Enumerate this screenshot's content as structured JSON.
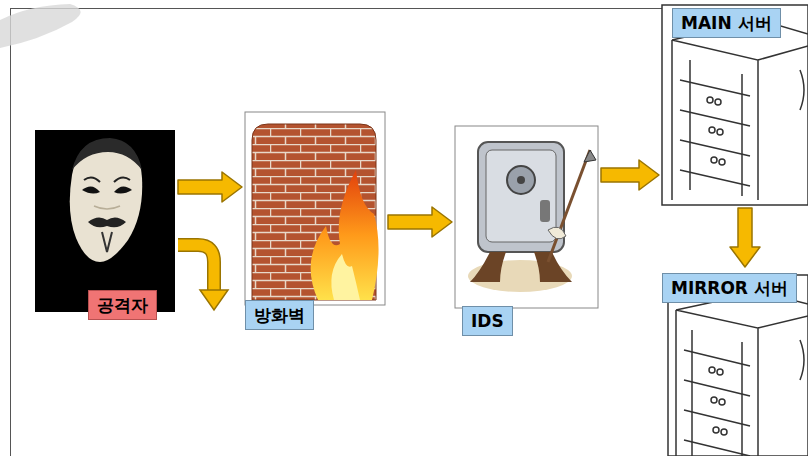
{
  "diagram": {
    "nodes": [
      {
        "text": [
          "공격자"
        ]
      },
      {
        "text": [
          "방화벽"
        ]
      },
      {
        "text": [
          "IDS"
        ]
      },
      {
        "text": [
          "MAIN 서버"
        ]
      },
      {
        "text": [
          "MIRROR 서버"
        ]
      }
    ],
    "edges": [
      {
        "from": 0,
        "to": 1,
        "arrow": "to"
      },
      {
        "from": 1,
        "to": 2,
        "arrow": "to"
      },
      {
        "from": 2,
        "to": 3,
        "arrow": "to"
      },
      {
        "from": 3,
        "to": 4,
        "arrow": "to"
      }
    ]
  }
}
